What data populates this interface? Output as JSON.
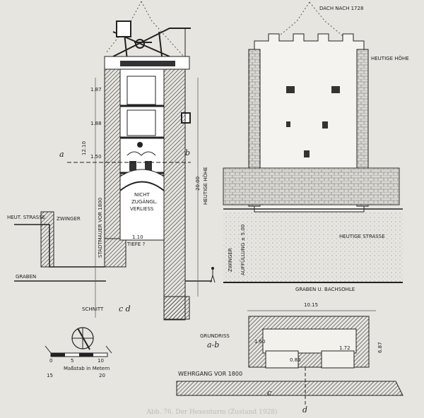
{
  "section": {
    "dims": [
      "1.87",
      "1.88",
      "1.50"
    ],
    "height_label": "12.10",
    "cut_left": "a",
    "cut_right": "b",
    "dungeon_lines": [
      "NICHT",
      "ZUGÄNGL.",
      "VERLIESS"
    ],
    "depth_label": "TIEFE ?",
    "moat": "GRABEN",
    "kennel": "ZWINGER",
    "street": "HEUT.\nSTRASSE",
    "town_wall": "STADTMAUER VOR 1800",
    "today_height": "HEUTIGE HÖHE",
    "today_height_num": "20.00",
    "section_label": "SCHNITT",
    "section_letters": "c d",
    "small_dim": "1.10"
  },
  "elevation": {
    "roof": "DACH NACH 1728",
    "today_height": "HEUTIGE\nHÖHE",
    "today_street": "HEUTIGE STRASSE",
    "kennel": "ZWINGER",
    "fill": "AUFFÜLLUNG\n± 5.00",
    "moat_bottom": "GRABEN U. BACHSOHLE"
  },
  "plan": {
    "width": "10.15",
    "label": "GRUNDRISS",
    "letters": "a-b",
    "dims": [
      "1.60",
      "1.72",
      "6.87",
      "0.85"
    ],
    "walkway": "WEHRGANG VOR 1800",
    "cut_c": "c",
    "cut_d": "d"
  },
  "scale": {
    "label": "Maßstab in Metern",
    "ticks": [
      "0",
      "5",
      "10"
    ],
    "ticks2": [
      "15",
      "20"
    ]
  },
  "caption": "Abb. 76. Der Hexenturm (Zustand 1928)"
}
